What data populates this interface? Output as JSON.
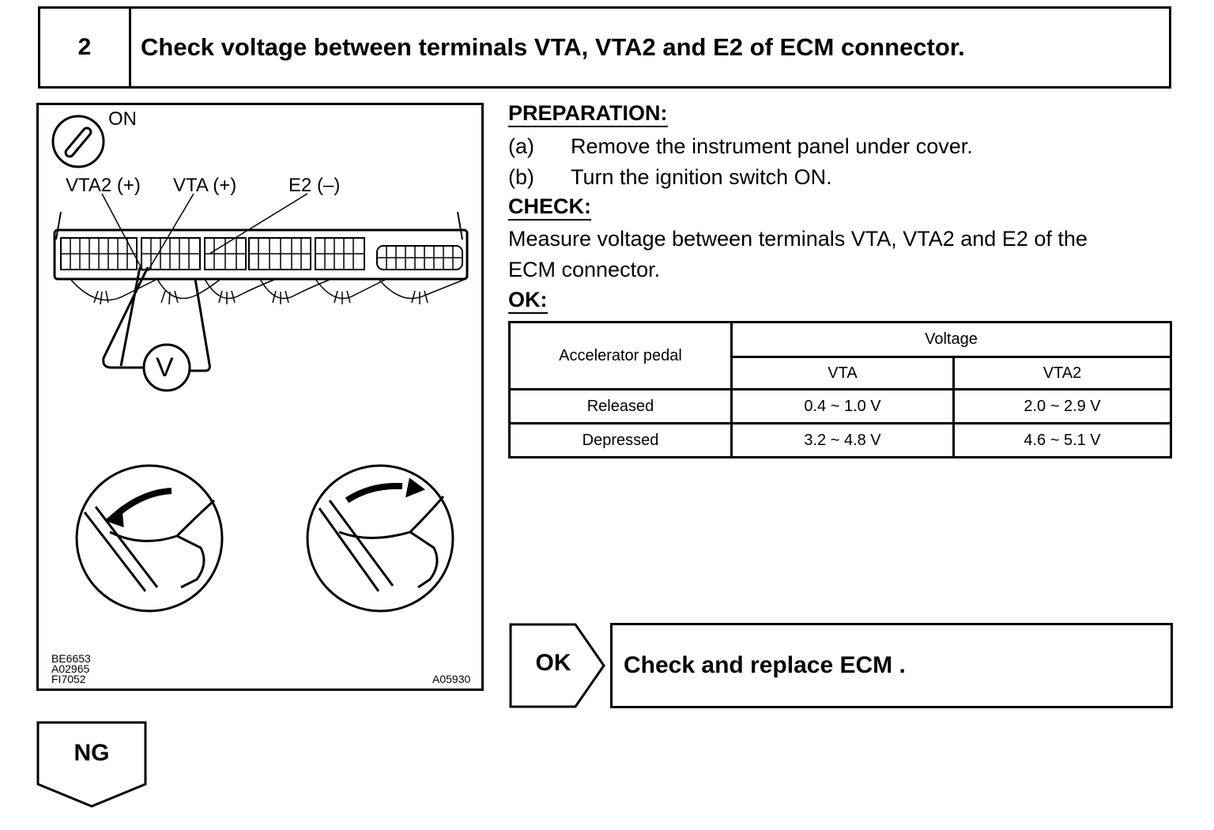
{
  "step": {
    "number": "2",
    "title": "Check voltage between terminals VTA, VTA2 and E2 of ECM connector."
  },
  "figure": {
    "ignition_label": "ON",
    "terminal_labels": [
      "VTA2 (+)",
      "VTA (+)",
      "E2 (–)"
    ],
    "meter_symbol": "V",
    "codes_left": [
      "BE6653",
      "A02965",
      "FI7052"
    ],
    "code_right": "A05930",
    "icons": [
      "ignition-key-icon",
      "voltmeter-icon",
      "pedal-released-icon",
      "pedal-depressed-icon"
    ]
  },
  "instructions": {
    "preparation_heading": "PREPARATION:",
    "steps": [
      {
        "letter": "(a)",
        "text": "Remove the instrument panel under cover."
      },
      {
        "letter": "(b)",
        "text": "Turn the ignition switch ON."
      }
    ],
    "check_heading": "CHECK:",
    "check_lines": [
      "Measure voltage between terminals VTA, VTA2 and E2 of the",
      "ECM connector."
    ],
    "ok_heading": "OK:"
  },
  "spec_table": {
    "row_header": "Accelerator pedal",
    "group_header": "Voltage",
    "columns": [
      "VTA",
      "VTA2"
    ],
    "rows": [
      {
        "condition": "Released",
        "vta": "0.4 ~ 1.0 V",
        "vta2": "2.0 ~ 2.9 V"
      },
      {
        "condition": "Depressed",
        "vta": "3.2 ~ 4.8 V",
        "vta2": "4.6 ~ 5.1 V"
      }
    ]
  },
  "result": {
    "ok_label": "OK",
    "ok_action": "Check and replace ECM .",
    "ng_label": "NG"
  }
}
